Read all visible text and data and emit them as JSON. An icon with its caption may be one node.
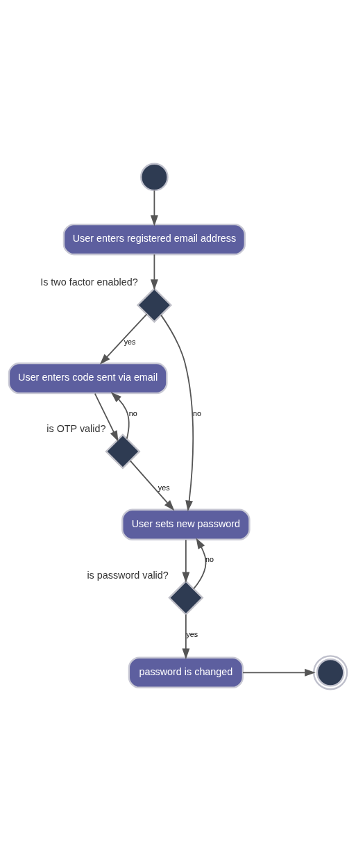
{
  "diagram": {
    "nodes": [
      {
        "text": [],
        "shape": "circle"
      },
      {
        "text": [
          "User enters registered email address"
        ]
      },
      {
        "text": [
          "Is two factor enabled?"
        ]
      },
      {
        "text": [
          "User enters code sent via email"
        ]
      },
      {
        "text": [
          "is OTP valid?"
        ]
      },
      {
        "text": [
          "User sets new password"
        ]
      },
      {
        "text": [
          "is password valid?"
        ]
      },
      {
        "text": [
          "password is changed"
        ]
      },
      {
        "text": [],
        "shape": "circle"
      }
    ],
    "edges": [
      {
        "from": 0,
        "to": 1,
        "arrow": "to"
      },
      {
        "from": 1,
        "to": 2,
        "arrow": "to"
      },
      {
        "from": 2,
        "to": 3,
        "arrow": "to",
        "label": "yes"
      },
      {
        "from": 2,
        "to": 5,
        "arrow": "to",
        "label": "no"
      },
      {
        "from": 3,
        "to": 4,
        "arrow": "to"
      },
      {
        "from": 4,
        "to": 3,
        "arrow": "to",
        "label": "no"
      },
      {
        "from": 4,
        "to": 5,
        "arrow": "to",
        "label": "yes"
      },
      {
        "from": 5,
        "to": 6,
        "arrow": "to"
      },
      {
        "from": 6,
        "to": 5,
        "arrow": "to",
        "label": "no"
      },
      {
        "from": 6,
        "to": 7,
        "arrow": "to",
        "label": "yes"
      },
      {
        "from": 7,
        "to": 8,
        "arrow": "to"
      }
    ]
  }
}
